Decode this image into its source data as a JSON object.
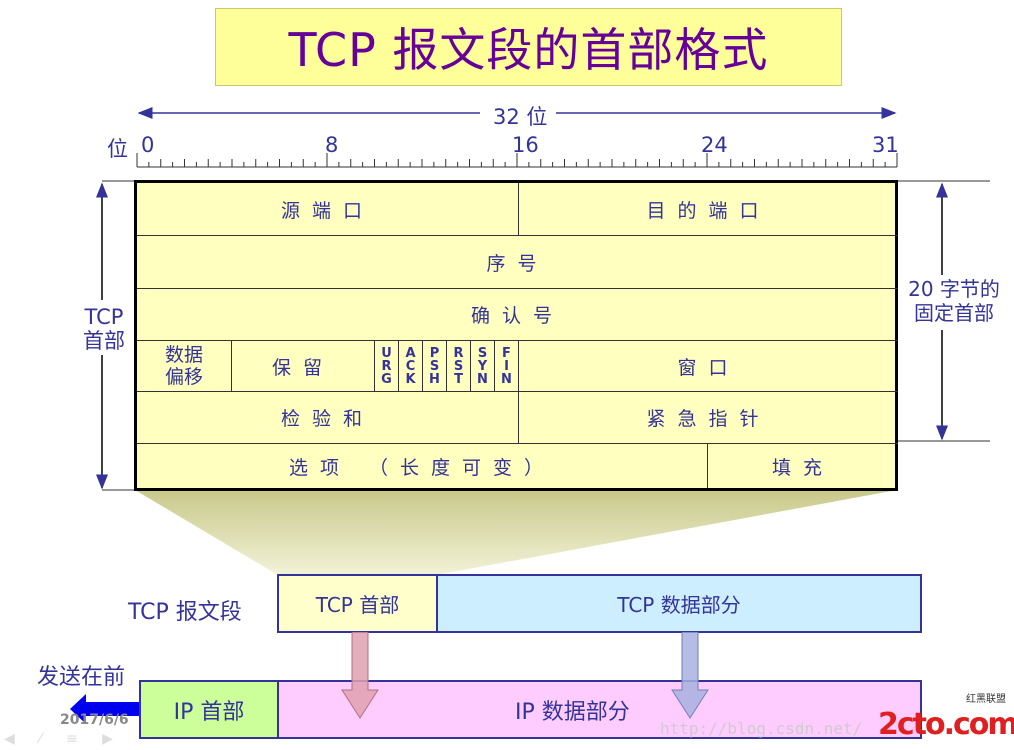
{
  "title": "TCP 报文段的首部格式",
  "ruler": {
    "width_label": "32 位",
    "bit_label": "位",
    "ticks": [
      "0",
      "8",
      "16",
      "24",
      "31"
    ]
  },
  "fields": {
    "src_port": "源端口",
    "dst_port": "目的端口",
    "seq": "序号",
    "ack": "确认号",
    "offset": "数据偏移",
    "reserved": "保留",
    "flags": [
      "URG",
      "ACK",
      "PSH",
      "RST",
      "SYN",
      "FIN"
    ],
    "window": "窗口",
    "checksum": "检验和",
    "urgent": "紧急指针",
    "options": "选项 （长度可变）",
    "padding": "填充"
  },
  "side": {
    "tcp_header": "TCP 首部",
    "fixed": "20 字节的 固定首部"
  },
  "segment": {
    "label": "TCP 报文段",
    "header": "TCP 首部",
    "data": "TCP 数据部分"
  },
  "ip": {
    "send_first": "发送在前",
    "header": "IP 首部",
    "data": "IP 数据部分"
  },
  "footer": {
    "date": "2017/6/6",
    "watermark": "http://blog.csdn.net/",
    "logo": "2cto.com",
    "logo_sub": "红黑联盟"
  }
}
